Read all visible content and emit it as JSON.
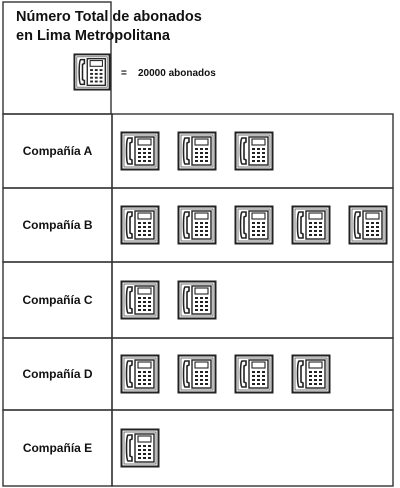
{
  "chart_data": {
    "type": "pictogram",
    "title_lines": [
      "Número Total de abonados",
      "en Lima Metropolitana"
    ],
    "legend": {
      "icon": "telephone-icon",
      "equals": "=",
      "value": 20000,
      "label": "20000 abonados"
    },
    "categories": [
      "Compañía A",
      "Compañía B",
      "Compañía C",
      "Compañía D",
      "Compañía E"
    ],
    "icon_counts": [
      3,
      5,
      2,
      4,
      1
    ],
    "values": [
      60000,
      100000,
      40000,
      80000,
      20000
    ]
  }
}
